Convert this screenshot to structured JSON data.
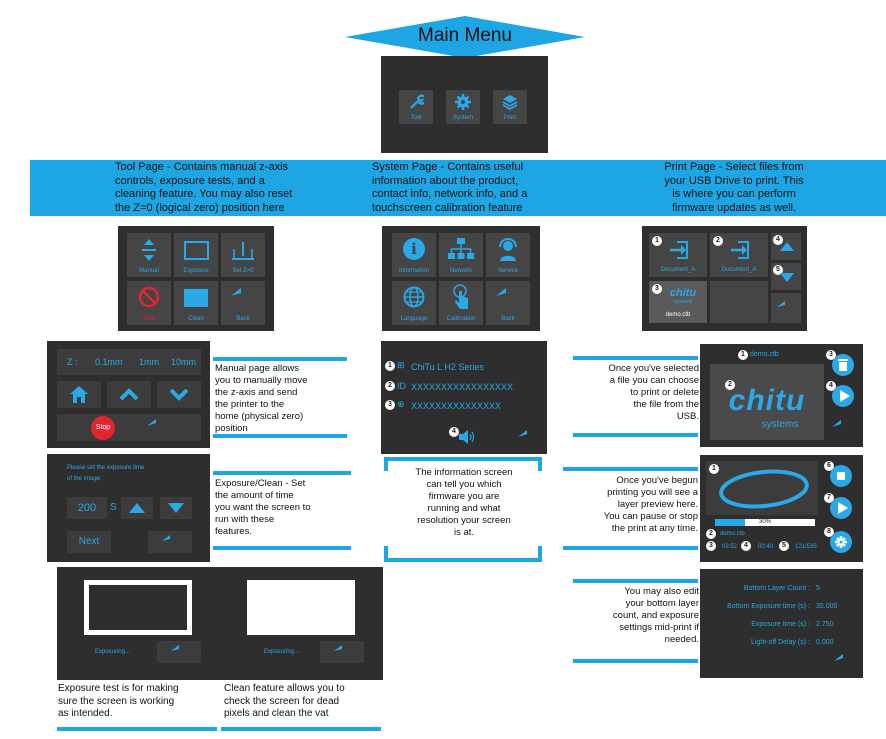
{
  "title": "Main Menu",
  "main_menu": {
    "tool": "Tool",
    "system": "System",
    "print": "Print"
  },
  "band": {
    "tool": [
      "Tool Page - Contains manual z-axis",
      "controls, exposure tests, and a",
      "cleaning feature. You may also reset",
      "the Z=0 (logical zero) position here"
    ],
    "system": [
      "System Page - Contains useful",
      "information about the product,",
      "contact info, network info, and a",
      "touchscreen calibration feature"
    ],
    "print": [
      "Print Page - Select files from",
      "your USB Drive to print. This",
      "is where you can perform",
      "firmware updates as well."
    ]
  },
  "tool_page": {
    "manual": "Manual",
    "exposure": "Exposure",
    "setz": "Set Z=0",
    "stop": "Stop",
    "clean": "Clean",
    "back": "Back"
  },
  "system_page": {
    "information": "Information",
    "network": "Network",
    "service": "Service",
    "language": "Language",
    "calibration": "Calibration",
    "back": "Back"
  },
  "print_page": {
    "file1": "Document_A",
    "file2": "Document_A",
    "file3": "demo.ctb",
    "brand": "chitu",
    "brand_sub": "systems"
  },
  "manual_screen": {
    "z": "Z :",
    "s1": "0.1mm",
    "s2": "1mm",
    "s3": "10mm",
    "stop": "Stop"
  },
  "manual_caption": [
    "Manual page allows",
    "you to manually move",
    "the z-axis and send",
    "the printer to the",
    "home (physical zero)",
    "position"
  ],
  "info_screen": {
    "row1": "ChiTu L H2 Series",
    "row2": "XXXXXXXXXXXXXXXXX",
    "row3": "XXXXXXXXXXXXXXX"
  },
  "info_caption": [
    "The information screen",
    "can tell you which",
    "firmware you are",
    "running and what",
    "resolution your screen",
    "is at."
  ],
  "exposure_screen": {
    "line1": "Please set the exposure time",
    "line2": "of the image:",
    "value": "200",
    "unit": "S",
    "next": "Next"
  },
  "exposure_caption": [
    "Exposure/Clean - Set",
    "the amount of time",
    "you want the screen to",
    "run with these",
    "features."
  ],
  "exposing1": "Exposuring...",
  "exposing2": "Exposuring...",
  "exp_test_caption": [
    "Exposure test is for making",
    "sure the screen is working",
    "as intended."
  ],
  "clean_caption": [
    "Clean feature allows you to",
    "check the screen for dead",
    "pixels and clean the vat"
  ],
  "file_screen": {
    "filename": "demo.ctb",
    "brand": "chitu",
    "brand_sub": "systems"
  },
  "file_caption": [
    "Once you've selected",
    "a file you can choose",
    "to print or delete",
    "the file from the",
    "USB."
  ],
  "printing_screen": {
    "percent": "30%",
    "filename": "demo.ctb",
    "t1": "03:52",
    "t2": "00:40",
    "layers": "121/535"
  },
  "printing_caption": [
    "Once you've begun",
    "printing you will see a",
    "layer preview here.",
    "You can pause or stop",
    "the print at any time."
  ],
  "settings_screen": {
    "rows": [
      {
        "label": "Bottom Layer Count :",
        "value": "5"
      },
      {
        "label": "Bottom Exposure time (s) :",
        "value": "35.000"
      },
      {
        "label": "Exposure time (s) :",
        "value": "2.750"
      },
      {
        "label": "Light-off Delay (s) :",
        "value": "0.000"
      }
    ]
  },
  "settings_caption": [
    "You may also edit",
    "your bottom layer",
    "count, and exposure",
    "settings mid-print if",
    "needed."
  ],
  "colors": {
    "accent": "#1da5e4",
    "screen": "#2e2e2e",
    "stop": "#e0262f"
  }
}
